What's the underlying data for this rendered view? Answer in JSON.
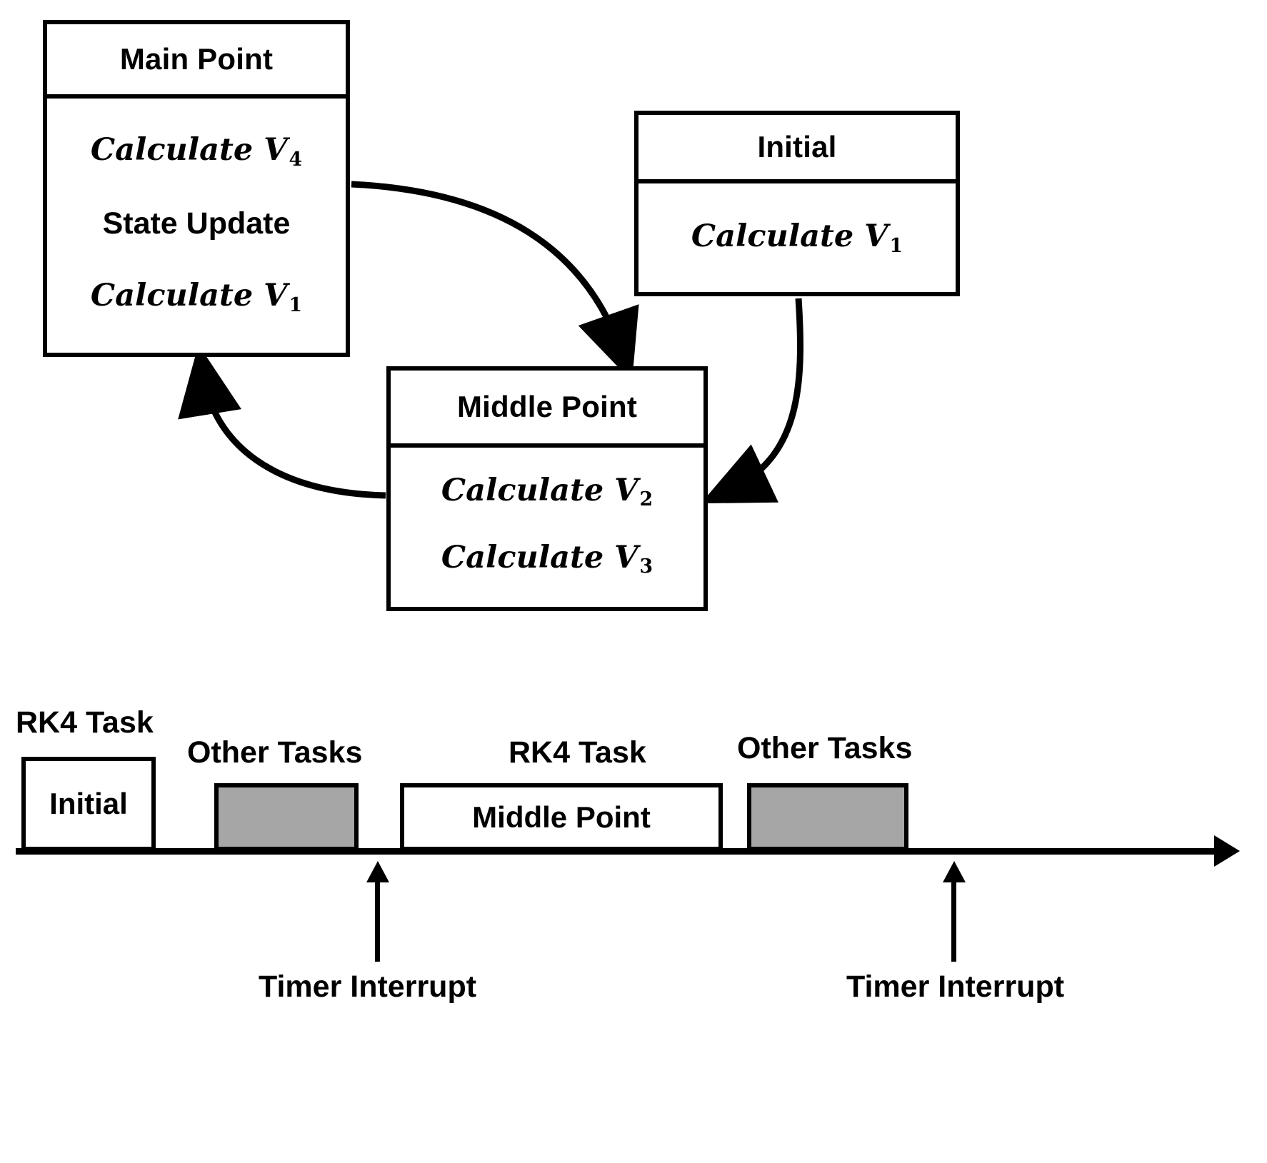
{
  "flowchart": {
    "boxes": [
      {
        "id": "main-point",
        "title": "Main Point",
        "rows": [
          {
            "text": "Calculate V",
            "sub": "4",
            "style": "italic"
          },
          {
            "text": "State Update",
            "sub": "",
            "style": "bold"
          },
          {
            "text": "Calculate V",
            "sub": "1",
            "style": "italic"
          }
        ]
      },
      {
        "id": "initial",
        "title": "Initial",
        "rows": [
          {
            "text": "Calculate V",
            "sub": "1",
            "style": "italic"
          }
        ]
      },
      {
        "id": "middle-point",
        "title": "Middle Point",
        "rows": [
          {
            "text": "Calculate V",
            "sub": "2",
            "style": "italic"
          },
          {
            "text": "Calculate V",
            "sub": "3",
            "style": "italic"
          }
        ]
      }
    ],
    "arrows": [
      {
        "name": "main-to-middle",
        "from": "main-point",
        "to": "middle-point"
      },
      {
        "name": "middle-to-main",
        "from": "middle-point",
        "to": "main-point"
      },
      {
        "name": "initial-to-middle",
        "from": "initial",
        "to": "middle-point"
      }
    ]
  },
  "timeline": {
    "blocks": [
      {
        "id": "rk4-initial",
        "caption": "RK4 Task",
        "label": "Initial",
        "shaded": false
      },
      {
        "id": "other-tasks-1",
        "caption": "Other Tasks",
        "label": "",
        "shaded": true
      },
      {
        "id": "rk4-middle",
        "caption": "RK4 Task",
        "label": "Middle Point",
        "shaded": false
      },
      {
        "id": "other-tasks-2",
        "caption": "Other Tasks",
        "label": "",
        "shaded": true
      }
    ],
    "interrupts": [
      {
        "id": "interrupt-1",
        "label": "Timer Interrupt"
      },
      {
        "id": "interrupt-2",
        "label": "Timer Interrupt"
      }
    ]
  },
  "colors": {
    "stroke": "#000000",
    "background": "#ffffff",
    "shaded_block": "#a6a6a6"
  }
}
